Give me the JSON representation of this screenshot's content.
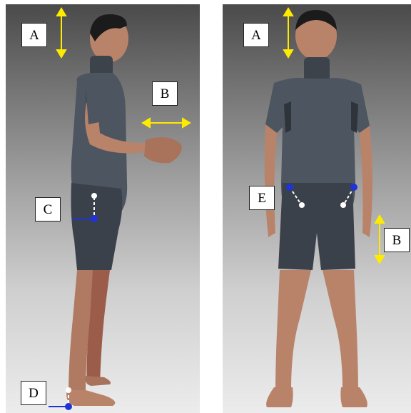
{
  "panels": [
    {
      "view": "side",
      "labels": {
        "a": "A",
        "b": "B",
        "c": "C",
        "d": "D"
      }
    },
    {
      "view": "front",
      "labels": {
        "a": "A",
        "e": "E",
        "b": "B"
      }
    }
  ],
  "colors": {
    "skin": "#b9836a",
    "suit": "#4d5560",
    "suit_dark": "#2f343b",
    "measure_arrow": "#ffeb00",
    "marker_blue": "#1f33d6",
    "marker_white": "#ffffff",
    "hair": "#1b1b1b"
  }
}
